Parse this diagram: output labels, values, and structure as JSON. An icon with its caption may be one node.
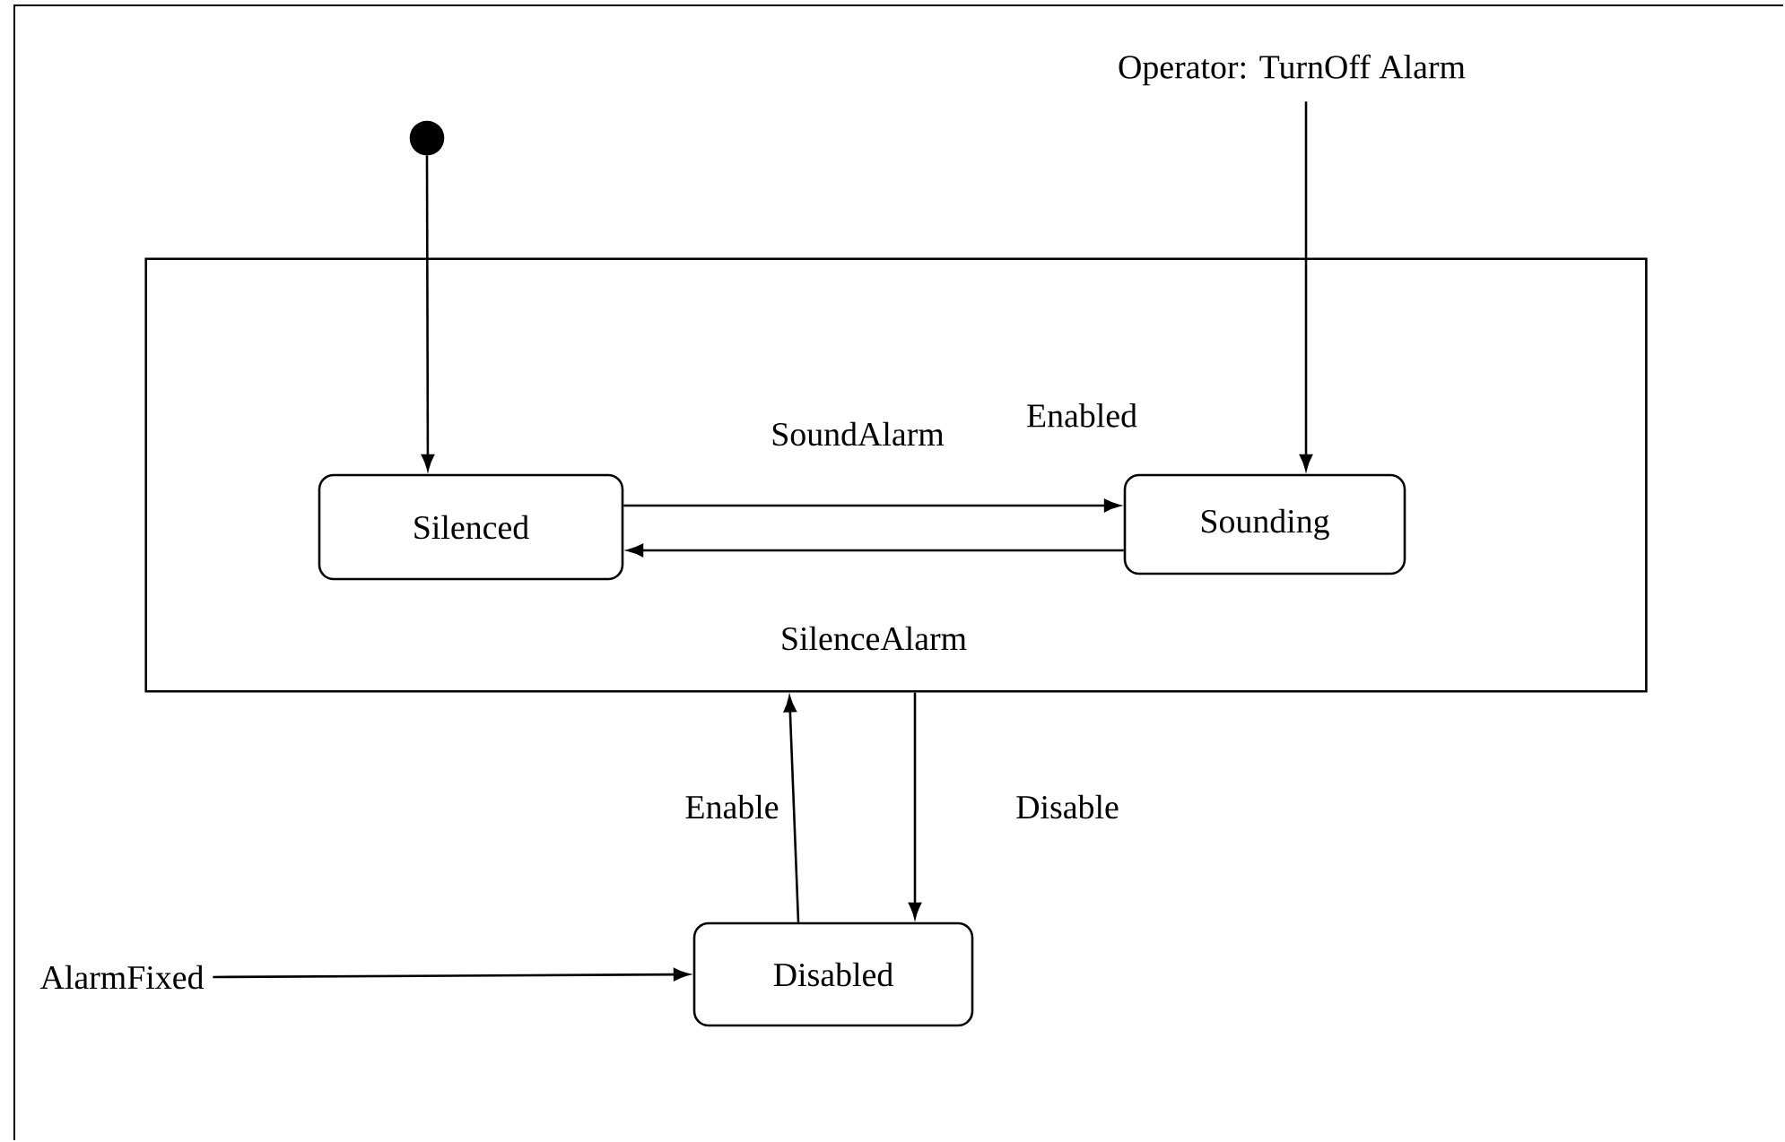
{
  "diagram": {
    "nodes": [
      {
        "text": [
          "Enabled"
        ]
      },
      {
        "text": [],
        "shape": "circle"
      },
      {
        "text": [
          "Silenced"
        ],
        "in": 0
      },
      {
        "text": [
          "Sounding"
        ],
        "in": 0
      },
      {
        "text": [
          "Disabled"
        ]
      },
      {
        "text": [
          "Operator: TurnOff Alarm"
        ]
      },
      {
        "text": [
          "AlarmFixed"
        ]
      }
    ],
    "edges": [
      {
        "from": 1,
        "to": 2,
        "arrow": "to"
      },
      {
        "from": 2,
        "to": 3,
        "arrow": "to",
        "label": "SoundAlarm"
      },
      {
        "from": 3,
        "to": 2,
        "arrow": "to",
        "label": "SilenceAlarm"
      },
      {
        "from": 5,
        "to": 3,
        "arrow": "to"
      },
      {
        "from": 4,
        "to": 0,
        "arrow": "to",
        "label": "Enable"
      },
      {
        "from": 0,
        "to": 4,
        "arrow": "to",
        "label": "Disable"
      },
      {
        "from": 6,
        "to": 4,
        "arrow": "to"
      }
    ]
  }
}
